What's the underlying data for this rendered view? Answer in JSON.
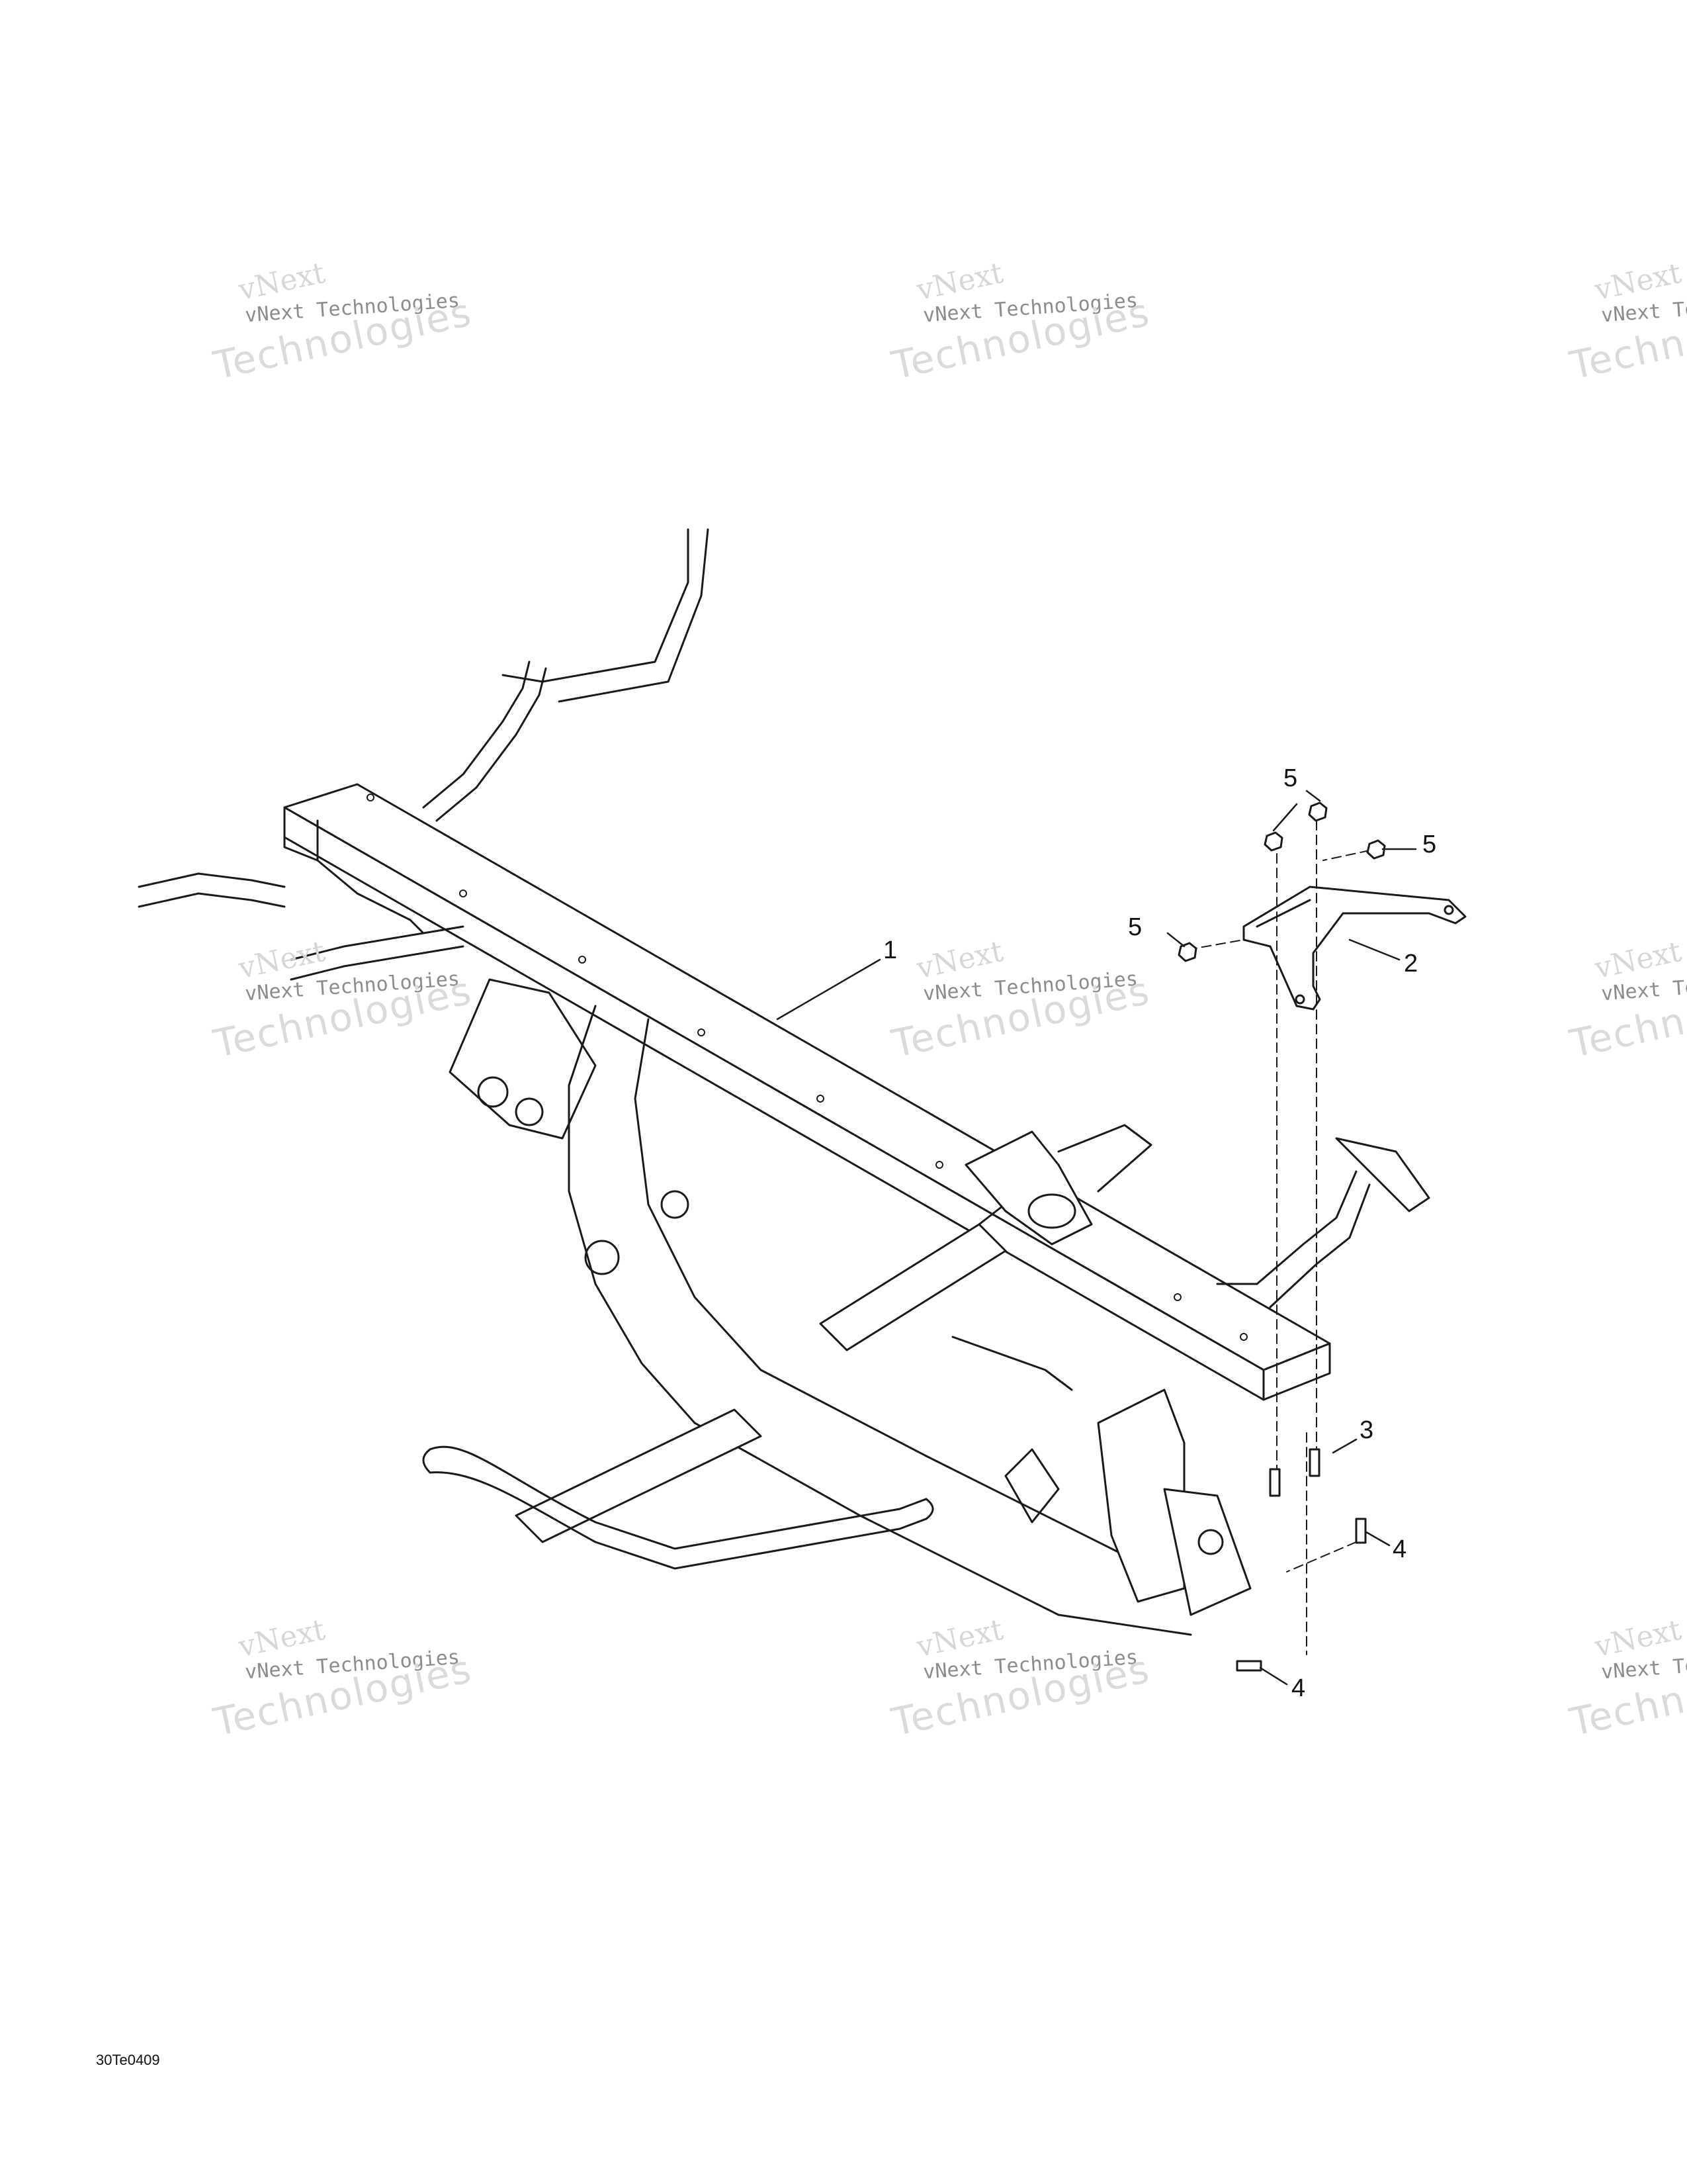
{
  "figure_code": "30Te0409",
  "watermark": {
    "line1": "vNext",
    "line2": "vNext Technologies",
    "line3": "Technologies"
  },
  "callouts": [
    {
      "id": "c1",
      "label": "1"
    },
    {
      "id": "c2",
      "label": "2"
    },
    {
      "id": "c3",
      "label": "3"
    },
    {
      "id": "c4a",
      "label": "4"
    },
    {
      "id": "c4b",
      "label": "4"
    },
    {
      "id": "c5a",
      "label": "5"
    },
    {
      "id": "c5b",
      "label": "5"
    },
    {
      "id": "c5c",
      "label": "5"
    }
  ],
  "colors": {
    "line": "#1a1a1a",
    "watermark": "#cfcfcf"
  }
}
